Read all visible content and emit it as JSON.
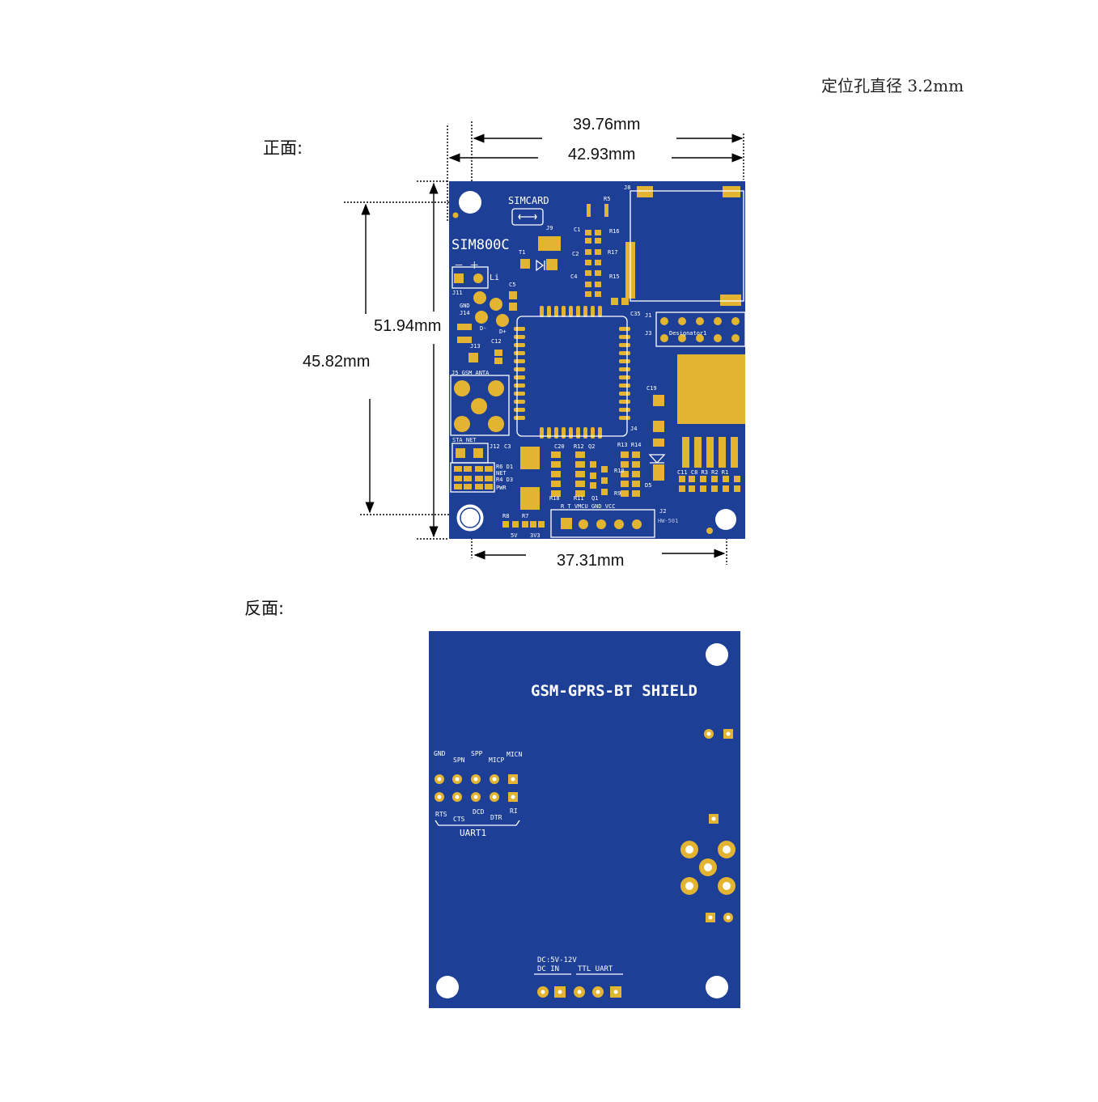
{
  "note": "定位孔直径 3.2mm",
  "front_label": "正面:",
  "back_label": "反面:",
  "dimensions": {
    "top_inner": "39.76mm",
    "top_outer": "42.93mm",
    "bottom": "37.31mm",
    "left_outer": "51.94mm",
    "left_inner": "45.82mm"
  },
  "front": {
    "simcard": "SIMCARD",
    "module": "SIM800C",
    "li": "Li",
    "polarity": "－ ＋",
    "j8": "J8",
    "r5": "R5",
    "j9": "J9",
    "t1": "T1",
    "c1": "C1",
    "r16": "R16",
    "c2": "C2",
    "r17": "R17",
    "c4": "C4",
    "r15": "R15",
    "j11": "J11",
    "c5": "C5",
    "gnd": "GND",
    "j14": "J14",
    "d_minus": "D-",
    "d_plus": "D+",
    "c35": "C35",
    "j1": "J1",
    "j3": "J3",
    "designator": "Designator1",
    "j13": "J13",
    "c12": "C12",
    "j5": "J5 GSM  ANTA",
    "c19": "C19",
    "j4": "J4",
    "sta_net": "STA  NET",
    "j12": "J12",
    "c3": "C3",
    "c20": "C20",
    "r12": "R12",
    "q2": "Q2",
    "r13r14": "R13 R14",
    "r6d1": "R6 D1",
    "net": "NET",
    "r4d3": "R4 D3",
    "pwr": "PWR",
    "r10": "R10",
    "r9": "R9",
    "d5": "D5",
    "c11": "C11 C8 R3  R2  R1",
    "r18": "R18",
    "r11": "R11",
    "q1": "Q1",
    "r8": "R8",
    "r7": "R7",
    "v5": "5V",
    "v33": "3V3",
    "uart_header": "R     T  VMCU GND VCC",
    "j2": "J2",
    "hw": "HW-501"
  },
  "back": {
    "title": "GSM-GPRS-BT  SHIELD",
    "top_pins": [
      "GND",
      "SPN",
      "SPP",
      "MICP",
      "MICN"
    ],
    "bottom_pins": [
      "RTS",
      "CTS",
      "DCD",
      "DTR",
      "RI"
    ],
    "uart": "UART1",
    "dc": "DC:5V-12V",
    "dc_in": "DC IN",
    "ttl": "TTL  UART"
  },
  "colors": {
    "board": "#1d3f96",
    "copper": "#e3b431",
    "silk": "#ffffff"
  }
}
